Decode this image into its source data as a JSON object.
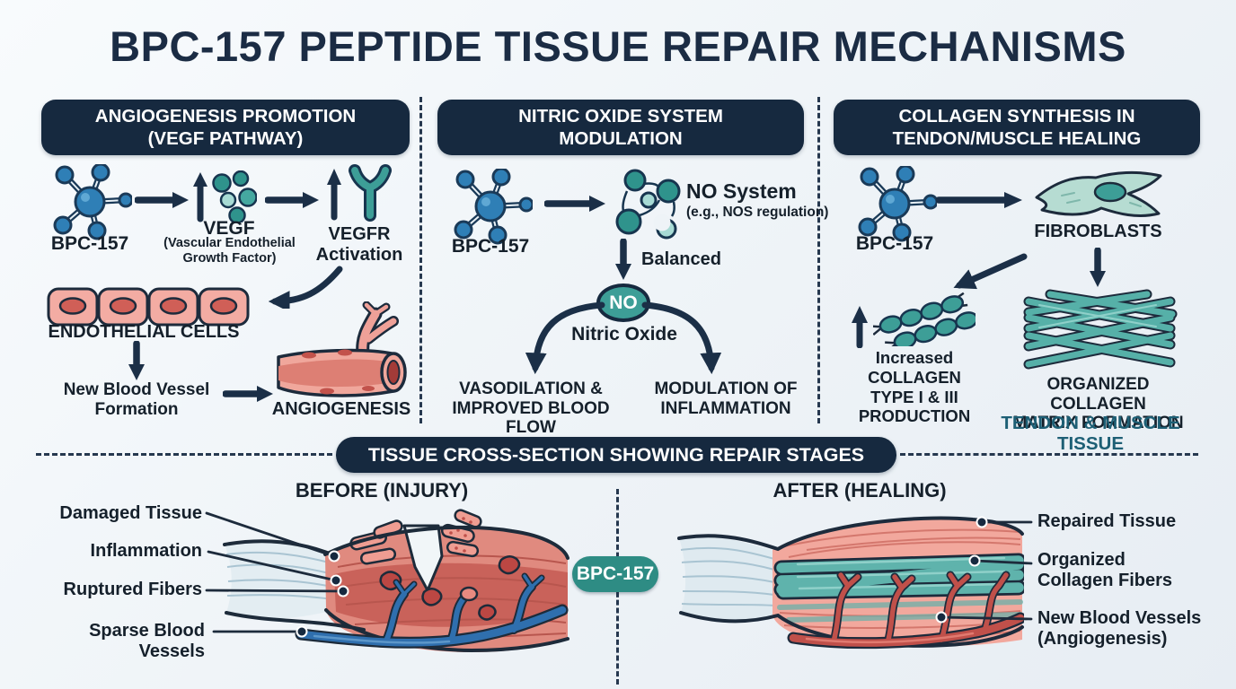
{
  "title": "BPC-157 PEPTIDE TISSUE REPAIR MECHANISMS",
  "col1": {
    "header": "ANGIOGENESIS PROMOTION\n(VEGF PATHWAY)",
    "bpc": "BPC-157",
    "vegf": "VEGF",
    "vegf_sub": "(Vascular Endothelial\nGrowth Factor)",
    "vegfr": "VEGFR\nActivation",
    "endothelial": "ENDOTHELIAL CELLS",
    "new_vessel": "New Blood Vessel\nFormation",
    "angiogenesis": "ANGIOGENESIS"
  },
  "col2": {
    "header": "NITRIC OXIDE SYSTEM\nMODULATION",
    "bpc": "BPC-157",
    "no_system": "NO System",
    "no_system_sub": "(e.g., NOS regulation)",
    "balanced": "Balanced",
    "no_abbr": "NO",
    "nitric_oxide": "Nitric Oxide",
    "vasodilation": "VASODILATION &\nIMPROVED BLOOD FLOW",
    "modulation": "MODULATION OF\nINFLAMMATION"
  },
  "col3": {
    "header": "COLLAGEN SYNTHESIS IN\nTENDON/MUSCLE HEALING",
    "bpc": "BPC-157",
    "fibroblasts": "FIBROBLASTS",
    "collagen_production": "Increased\nCOLLAGEN\nTYPE I & III\nPRODUCTION",
    "matrix": "ORGANIZED COLLAGEN\nMATRIX FORMATION",
    "tissue": "TENDON & MUSCLE TISSUE"
  },
  "bottom": {
    "section_title": "TISSUE CROSS-SECTION SHOWING REPAIR STAGES",
    "before_title": "BEFORE (INJURY)",
    "after_title": "AFTER (HEALING)",
    "badge": "BPC-157",
    "before_labels": [
      "Damaged Tissue",
      "Inflammation",
      "Ruptured Fibers",
      "Sparse Blood Vessels"
    ],
    "after_labels": [
      "Repaired Tissue",
      "Organized\nCollagen Fibers",
      "New Blood Vessels\n(Angiogenesis)"
    ]
  },
  "colors": {
    "navy": "#16293f",
    "arrow_navy": "#1b2f47",
    "teal": "#3d9e97",
    "badge_teal": "#2e8c84",
    "molecule_blue": "#2f7fb6",
    "cell_pink": "#f3aca3",
    "vessel_red": "#c0504a",
    "vein_blue": "#2f6fae",
    "tendon_tissue_text": "#1d5f75",
    "background": "#eef3f7"
  },
  "icons": {
    "molecule": "bpc-molecule-icon",
    "vegf": "vegf-increase-icon",
    "vegfr": "vegfr-receptor-icon",
    "endothelial": "endothelial-cells-icon",
    "vessel": "blood-vessel-icon",
    "no_system": "no-system-molecule-icon",
    "no": "nitric-oxide-icon",
    "fibroblast": "fibroblast-cell-icon",
    "collagen_chains": "collagen-fibrils-icon",
    "collagen_matrix": "collagen-matrix-icon",
    "before": "injured-tissue-illustration",
    "after": "healed-tissue-illustration"
  }
}
